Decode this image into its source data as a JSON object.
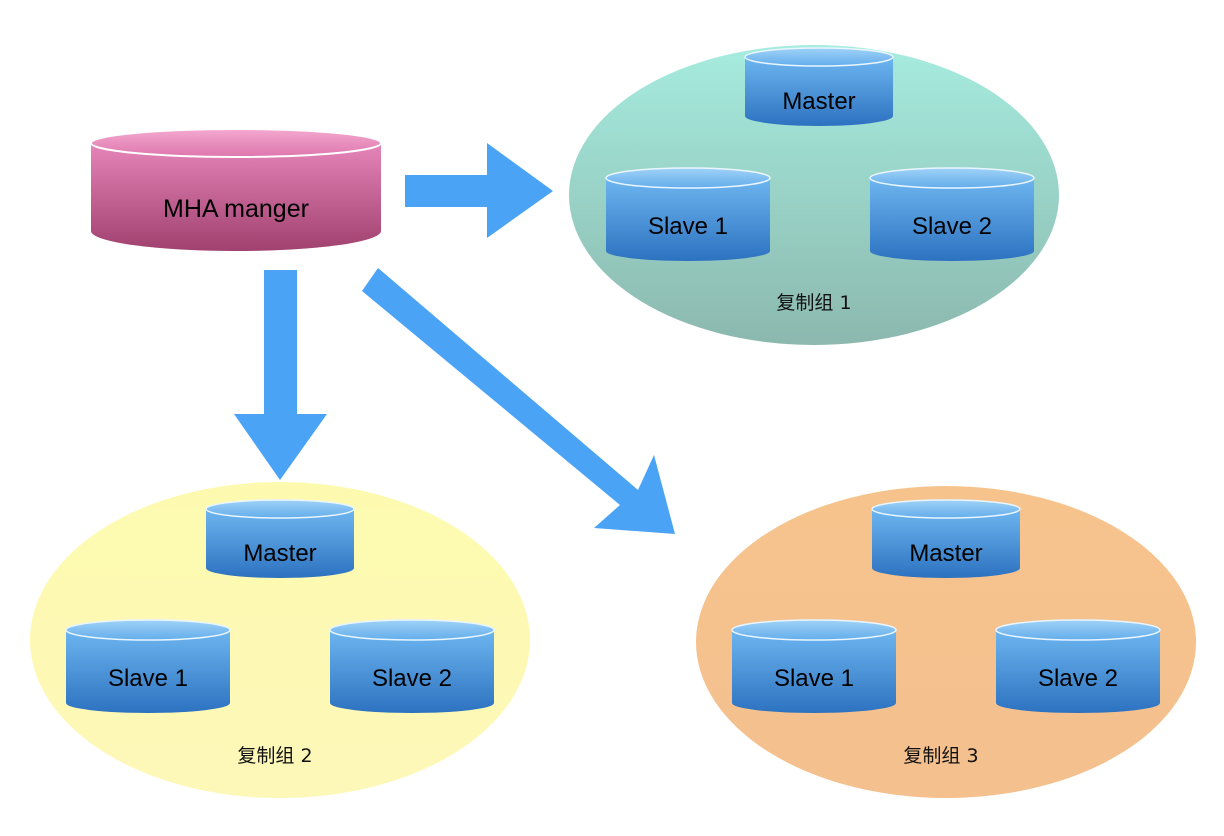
{
  "manager": {
    "label": "MHA manger"
  },
  "groups": [
    {
      "label": "复制组 1",
      "color": "#a3e0d5",
      "master": "Master",
      "slaves": [
        "Slave 1",
        "Slave 2"
      ]
    },
    {
      "label": "复制组 2",
      "color": "#fdfab3",
      "master": "Master",
      "slaves": [
        "Slave 1",
        "Slave 2"
      ]
    },
    {
      "label": "复制组 3",
      "color": "#f5c28e",
      "master": "Master",
      "slaves": [
        "Slave 1",
        "Slave 2"
      ]
    }
  ],
  "colors": {
    "manager_top": "#e07ab0",
    "manager_bottom": "#9e3e6e",
    "db_top": "#6fb8f2",
    "db_bottom": "#2f74c2",
    "arrow": "#4aa3f5"
  }
}
